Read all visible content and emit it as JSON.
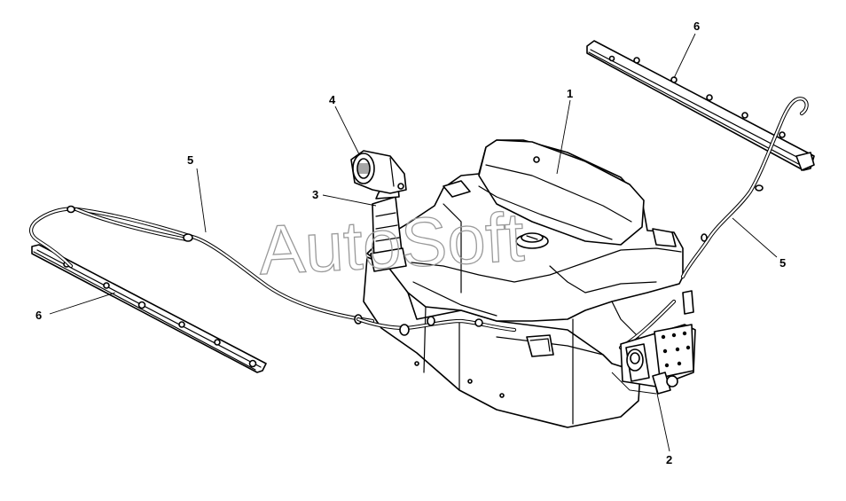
{
  "watermark": "AutoSoft",
  "callouts": {
    "c1": "1",
    "c2": "2",
    "c3": "3",
    "c4": "4",
    "c5a": "5",
    "c5b": "5",
    "c6a": "6",
    "c6b": "6"
  }
}
